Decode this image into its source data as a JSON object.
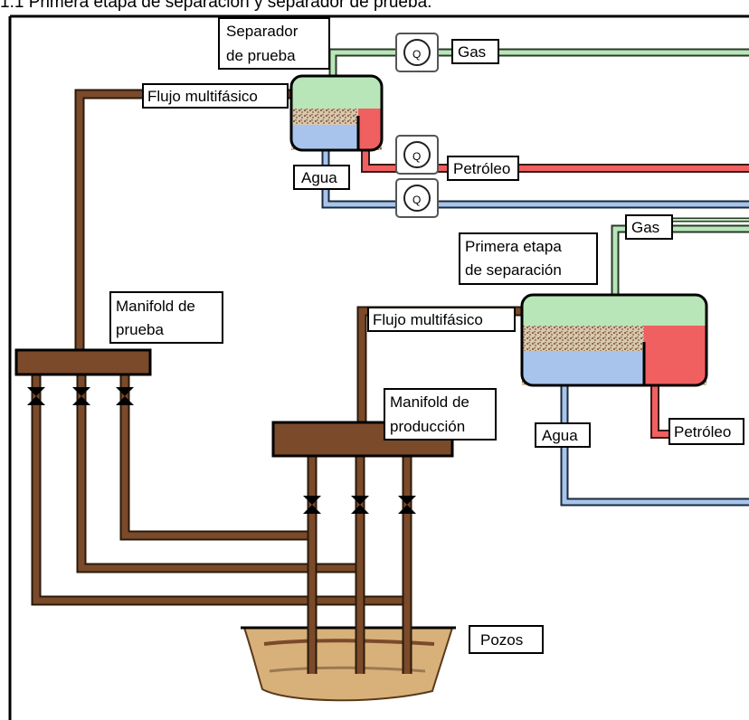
{
  "title": "1.1 Primera etapa de separación y separador de prueba.",
  "labels": {
    "test_separator_line1": "Separador",
    "test_separator_line2": "de prueba",
    "test_gas": "Gas",
    "test_multiphase": "Flujo multifásico",
    "test_oil": "Petróleo",
    "test_water": "Agua",
    "first_stage_line1": "Primera etapa",
    "first_stage_line2": "de separación",
    "first_stage_gas": "Gas",
    "first_stage_multiphase": "Flujo multifásico",
    "first_stage_water": "Agua",
    "first_stage_oil": "Petróleo",
    "test_manifold_line1": "Manifold de",
    "test_manifold_line2": "prueba",
    "prod_manifold_line1": "Manifold de",
    "prod_manifold_line2": "producción",
    "wells": "Pozos",
    "meter_symbol": "Q"
  },
  "colors": {
    "gas": "#b8e6b8",
    "oil": "#f06060",
    "water": "#a8c4ec",
    "pipe": "#7a4a2a",
    "manifold": "#7a4a2a",
    "ground": "#d8b07a"
  }
}
